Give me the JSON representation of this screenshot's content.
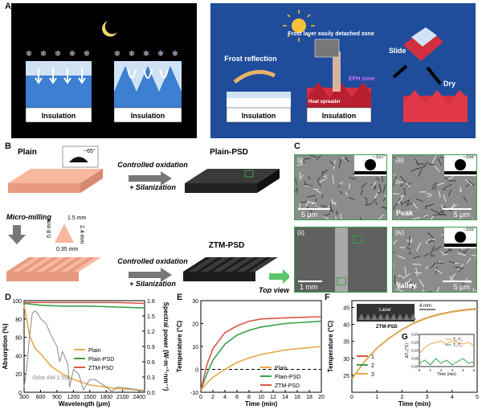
{
  "panel_letters": {
    "a": "A",
    "b": "B",
    "c": "C",
    "d": "D",
    "e": "E",
    "f": "F",
    "g": "G"
  },
  "panel_a": {
    "insulation_label": "Insulation",
    "frost_reflection": "Frost reflection",
    "frost_detached": "Frost layer easily detached zone",
    "eph_zone": "EPH zone",
    "heat_spreader": "Heat spreader",
    "slide": "Slide",
    "dry": "Dry"
  },
  "panel_b": {
    "plain": "Plain",
    "plain_angle": "~65°",
    "controlled_oxidation": "Controlled oxidation",
    "silanization": "+ Silanization",
    "plain_psd": "Plain-PSD",
    "micro_milling": "Micro-milling",
    "dim_15": "1.5 mm",
    "dim_24": "2.4 mm",
    "dim_08": "0.8 mm",
    "dim_035": "0.35 mm",
    "ztm_psd": "ZTM-PSD",
    "top_view": "Top view"
  },
  "panel_c": {
    "i": "(i)",
    "i_angle": "~157°",
    "i_scale": "5 μm",
    "ii": "(ii)",
    "ii_scale": "1 mm",
    "iii": "(iii)",
    "iii_angle": "~156°",
    "iii_tag": "Peak",
    "iii_scale": "5 μm",
    "iv": "(iv)",
    "iv_angle": "~155°",
    "iv_tag": "Valley",
    "iv_scale": "5 μm"
  },
  "chart_data": [
    {
      "panel": "D",
      "type": "line",
      "xlabel": "Wavelength (μm)",
      "ylabel": "Absorption (%)",
      "y2label": "Spectral power (W·m⁻²·nm⁻¹)",
      "xlim": [
        300,
        2500
      ],
      "ylim": [
        0,
        100
      ],
      "y2lim": [
        0,
        1.8
      ],
      "xticks": [
        "300",
        "600",
        "900",
        "1200",
        "1500",
        "1800",
        "2100",
        "2400"
      ],
      "yticks": [
        "0",
        "20",
        "40",
        "60",
        "80",
        "100"
      ],
      "y2ticks": [
        "0.0",
        "0.3",
        "0.6",
        "0.9",
        "1.2",
        "1.5",
        "1.8"
      ],
      "legend": [
        "Plain",
        "Plain-PSD",
        "ZTM-PSD"
      ],
      "annotation": "Solar AM 1.5G",
      "series": [
        {
          "name": "Plain",
          "color": "#e8a94a",
          "axis": "left",
          "x": [
            300,
            400,
            500,
            600,
            700,
            800,
            1000,
            1200,
            1500,
            2000,
            2500
          ],
          "y": [
            95,
            62,
            48,
            42,
            35,
            28,
            20,
            14,
            8,
            4,
            2
          ]
        },
        {
          "name": "Plain-PSD",
          "color": "#3aa04a",
          "axis": "left",
          "x": [
            300,
            600,
            1000,
            1500,
            2000,
            2500
          ],
          "y": [
            97,
            95,
            94,
            94,
            93,
            92
          ]
        },
        {
          "name": "ZTM-PSD",
          "color": "#d9584a",
          "axis": "left",
          "x": [
            300,
            600,
            1000,
            1500,
            2000,
            2500
          ],
          "y": [
            98,
            98,
            98,
            98,
            98,
            97
          ]
        },
        {
          "name": "Solar AM 1.5G",
          "color": "#888888",
          "axis": "right",
          "x": [
            300,
            350,
            400,
            450,
            500,
            550,
            600,
            700,
            800,
            900,
            950,
            1000,
            1100,
            1130,
            1200,
            1300,
            1380,
            1500,
            1600,
            1800,
            1900,
            2000,
            2200,
            2400,
            2500
          ],
          "y": [
            0.1,
            0.5,
            1.1,
            1.55,
            1.6,
            1.55,
            1.45,
            1.35,
            1.1,
            0.9,
            0.6,
            0.8,
            0.55,
            0.1,
            0.45,
            0.35,
            0.05,
            0.25,
            0.25,
            0.1,
            0.02,
            0.1,
            0.08,
            0.04,
            0.02
          ]
        }
      ]
    },
    {
      "panel": "E",
      "type": "line",
      "xlabel": "Time (min)",
      "ylabel": "Temperature (°C)",
      "xlim": [
        0,
        20
      ],
      "ylim": [
        -10,
        30
      ],
      "xticks": [
        "0",
        "2",
        "4",
        "6",
        "8",
        "10",
        "12",
        "14",
        "16",
        "18",
        "20"
      ],
      "yticks": [
        "-10",
        "0",
        "10",
        "20",
        "30"
      ],
      "legend": [
        "Plain",
        "Plain-PSD",
        "ZTM-PSD"
      ],
      "series": [
        {
          "name": "Plain",
          "color": "#e8a94a",
          "x": [
            0,
            1,
            2,
            4,
            6,
            8,
            10,
            14,
            20
          ],
          "y": [
            -9,
            -6,
            -3.5,
            0,
            3,
            5,
            6.5,
            8.5,
            10
          ]
        },
        {
          "name": "Plain-PSD",
          "color": "#3aa04a",
          "x": [
            0,
            1,
            2,
            4,
            6,
            8,
            10,
            14,
            20
          ],
          "y": [
            -9,
            -2,
            4,
            11,
            15,
            17,
            18.5,
            20,
            21
          ]
        },
        {
          "name": "ZTM-PSD",
          "color": "#d9584a",
          "x": [
            0,
            1,
            2,
            4,
            6,
            8,
            10,
            14,
            20
          ],
          "y": [
            -9,
            2,
            9,
            16,
            19,
            21,
            22,
            22.5,
            23
          ]
        }
      ],
      "reference_line": 0
    },
    {
      "panel": "F",
      "type": "line",
      "xlabel": "Time (min)",
      "ylabel": "Temperature (°C)",
      "xlim": [
        0,
        5
      ],
      "ylim": [
        20,
        47
      ],
      "xticks": [
        "0",
        "1",
        "2",
        "3",
        "4",
        "5"
      ],
      "yticks": [
        "25",
        "30",
        "35",
        "40",
        "45"
      ],
      "legend": [
        "1",
        "2",
        "3"
      ],
      "inset_labels": {
        "laser": "Laser",
        "scale": "4 mm",
        "sample": "ZTM-PSD"
      },
      "series": [
        {
          "name": "1",
          "color": "#d9584a",
          "x": [
            0,
            0.5,
            1,
            1.5,
            2,
            2.5,
            3,
            3.5,
            4,
            4.5,
            5
          ],
          "y": [
            24,
            29,
            33,
            36,
            38.5,
            40.5,
            42,
            43,
            43.8,
            44.3,
            44.6
          ]
        },
        {
          "name": "2",
          "color": "#3aa04a",
          "x": [
            0,
            0.5,
            1,
            1.5,
            2,
            2.5,
            3,
            3.5,
            4,
            4.5,
            5
          ],
          "y": [
            24,
            29,
            33,
            36,
            38.5,
            40.4,
            41.9,
            42.9,
            43.7,
            44.2,
            44.5
          ]
        },
        {
          "name": "3",
          "color": "#e8a94a",
          "x": [
            0,
            0.5,
            1,
            1.5,
            2,
            2.5,
            3,
            3.5,
            4,
            4.5,
            5
          ],
          "y": [
            24,
            29,
            33,
            36,
            38.5,
            40.4,
            41.9,
            42.9,
            43.7,
            44.2,
            44.5
          ]
        }
      ]
    },
    {
      "panel": "G",
      "type": "line",
      "xlabel": "Time (min)",
      "ylabel": "ΔTᵢⱼ (°C)",
      "xlim": [
        0,
        5
      ],
      "ylim": [
        0,
        0.2
      ],
      "xticks": [
        "0",
        "1",
        "2",
        "3",
        "4",
        "5"
      ],
      "yticks": [
        "0.00",
        "0.05",
        "0.10",
        "0.15",
        "0.20"
      ],
      "legend": [
        "T₁-T₃",
        "T₁-T₂"
      ],
      "series": [
        {
          "name": "T₁-T₃",
          "color": "#e8a94a",
          "x": [
            0,
            0.5,
            1,
            1.5,
            2,
            2.5,
            3,
            3.5,
            4,
            4.5,
            5
          ],
          "y": [
            0.08,
            0.12,
            0.14,
            0.15,
            0.16,
            0.14,
            0.16,
            0.15,
            0.14,
            0.15,
            0.13
          ]
        },
        {
          "name": "T₁-T₂",
          "color": "#3aa04a",
          "x": [
            0,
            0.5,
            1,
            1.5,
            2,
            2.5,
            3,
            3.5,
            4,
            4.5,
            5
          ],
          "y": [
            0.02,
            0.04,
            0.01,
            0.05,
            0.02,
            0.04,
            0.01,
            0.03,
            0.05,
            0.02,
            0.03
          ]
        }
      ]
    }
  ]
}
